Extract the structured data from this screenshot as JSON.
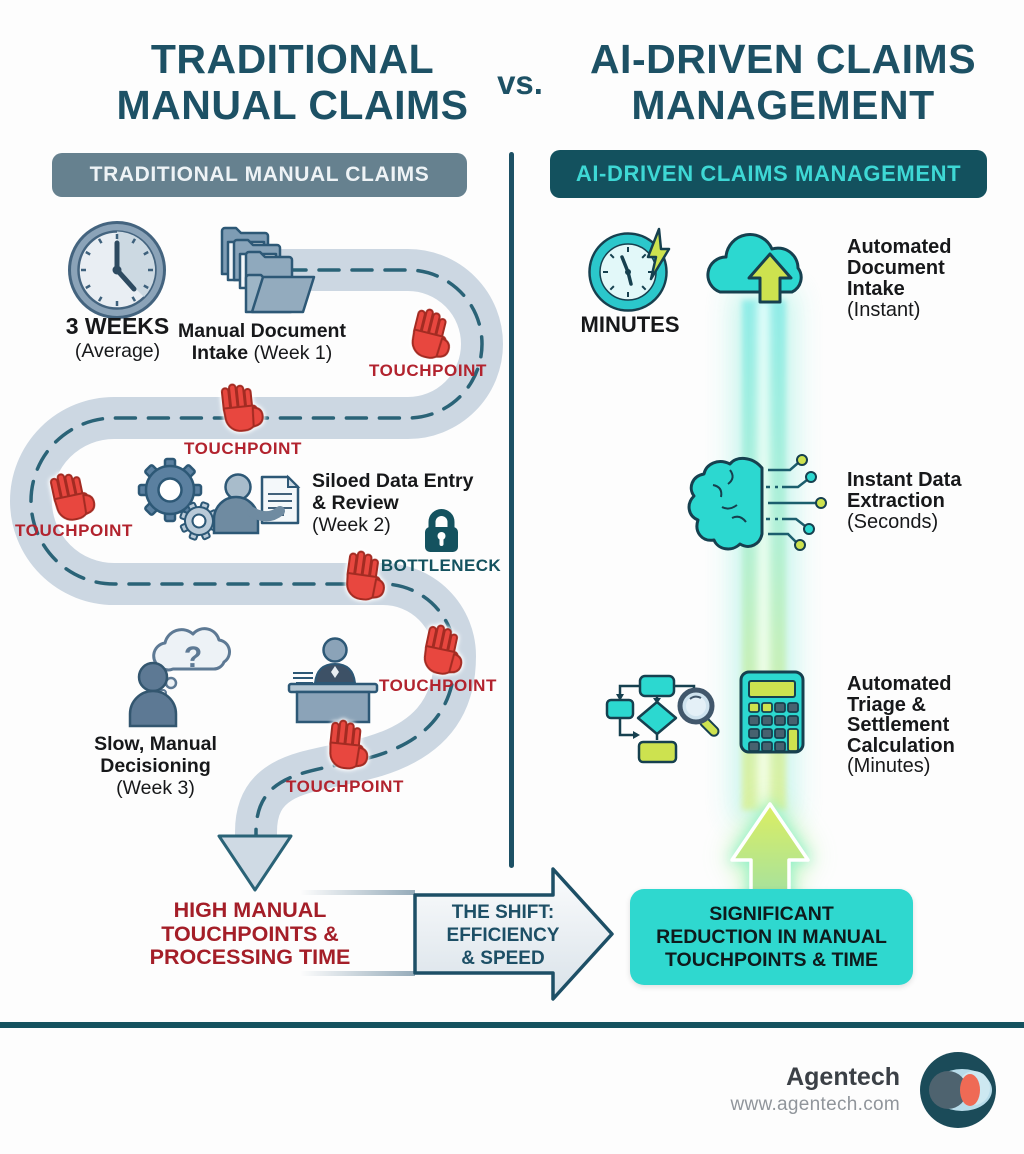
{
  "header": {
    "title_left": [
      "TRADITIONAL",
      "MANUAL CLAIMS"
    ],
    "vs": "vs.",
    "title_right": [
      "AI-DRIVEN CLAIMS",
      "MANAGEMENT"
    ],
    "badge_left": "TRADITIONAL MANUAL CLAIMS",
    "badge_right": "AI-DRIVEN CLAIMS MANAGEMENT"
  },
  "left": {
    "metric": "3 WEEKS",
    "metric_note": "(Average)",
    "touchpoint": "TOUCHPOINT",
    "bottleneck": "BOTTLENECK",
    "question_mark": "?",
    "step1_line1": "Manual Document",
    "step1_line2_bold": "Intake",
    "step1_note": "(Week 1)",
    "step2_line1": "Siloed Data Entry",
    "step2_line2": "& Review",
    "step2_note": "(Week 2)",
    "step3_line1": "Slow, Manual",
    "step3_line2": "Decisioning",
    "step3_note": "(Week 3)",
    "outcome": [
      "HIGH MANUAL",
      "TOUCHPOINTS &",
      "PROCESSING TIME"
    ]
  },
  "shift": [
    "THE SHIFT:",
    "EFFICIENCY",
    "& SPEED"
  ],
  "right": {
    "metric": "MINUTES",
    "step1_lines": [
      "Automated",
      "Document",
      "Intake"
    ],
    "step1_note": "(Instant)",
    "step2_lines": [
      "Instant Data",
      "Extraction"
    ],
    "step2_note": "(Seconds)",
    "step3_lines": [
      "Automated",
      "Triage &",
      "Settlement",
      "Calculation"
    ],
    "step3_note": "(Minutes)",
    "outcome": [
      "SIGNIFICANT",
      "REDUCTION IN MANUAL",
      "TOUCHPOINTS & TIME"
    ]
  },
  "footer": {
    "brand": "Agentech",
    "website": "www.agentech.com"
  },
  "colors": {
    "title_teal": "#1d5165",
    "accent_teal": "#14525f",
    "cyan": "#2fd8cf",
    "lime": "#cde24f",
    "touchpoint_red": "#b2232e",
    "outcome_red": "#a41e28",
    "slate": "#66818f",
    "road": "#ccd7e2",
    "road_dash": "#2a6377"
  }
}
